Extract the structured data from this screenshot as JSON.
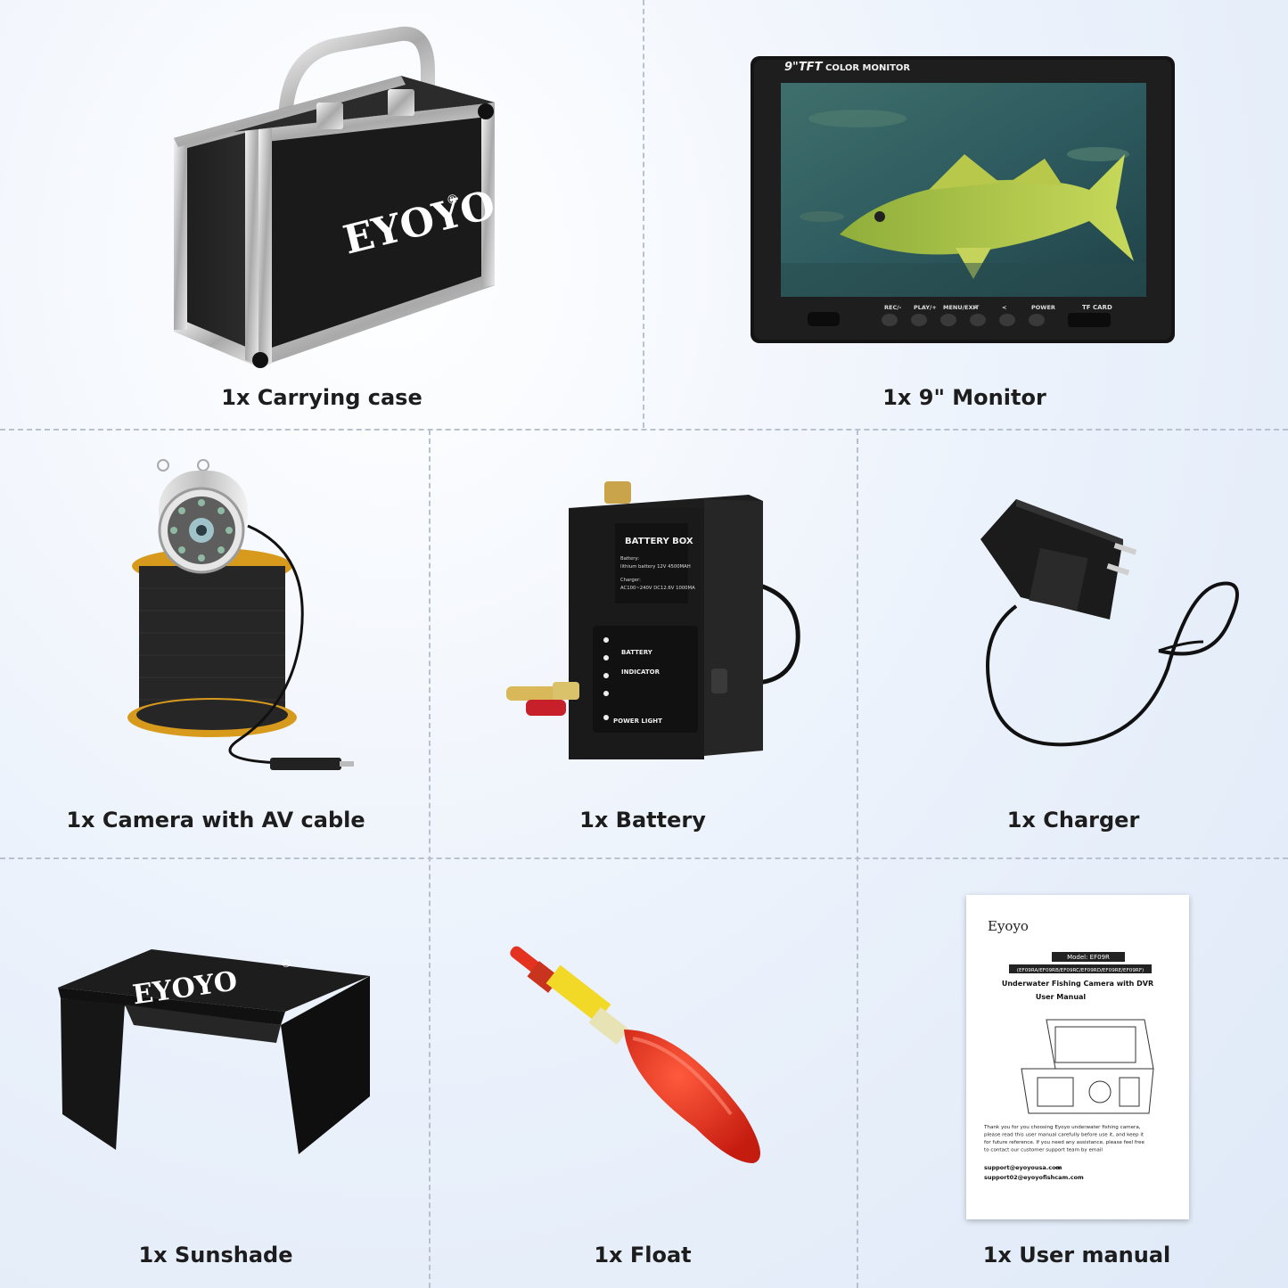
{
  "colors": {
    "background": "#eaf1fb",
    "divider": "#b8c2cf",
    "caption": "#1d1d1d"
  },
  "items": [
    {
      "caption": "1x Carrying case",
      "icon": "carrying-case",
      "brand": "EYOYO",
      "reg": "®"
    },
    {
      "caption": "1x 9\" Monitor",
      "icon": "monitor",
      "screen_label": "9\"TFT",
      "screen_sub": "COLOR MONITOR",
      "buttons": [
        "REC/-",
        "PLAY/+",
        "MENU/EXIT",
        ">",
        "<",
        "POWER"
      ],
      "tf_card": "TF CARD"
    },
    {
      "caption": "1x Camera with AV cable",
      "icon": "camera-reel"
    },
    {
      "caption": "1x Battery",
      "icon": "battery-box",
      "box_title": "BATTERY BOX",
      "spec_lines": [
        "Battery:",
        "lithium battery 12V 4500MAH",
        "Charger:",
        "AC100~240V DC12.6V 1000MA"
      ],
      "indicator_1": "BATTERY",
      "indicator_2": "INDICATOR",
      "power_light": "POWER LIGHT"
    },
    {
      "caption": "1x Charger",
      "icon": "charger"
    },
    {
      "caption": "1x Sunshade",
      "icon": "sunshade",
      "brand": "EYOYO",
      "reg": "®"
    },
    {
      "caption": "1x Float",
      "icon": "float"
    },
    {
      "caption": "1x User manual",
      "icon": "user-manual",
      "brand": "Eyoyo",
      "model": "Model: EF09R",
      "models": "(EF09RA/EF09RB/EF09RC/EF09RD/EF09RE/EF09RF)",
      "title_1": "Underwater Fishing Camera with DVR",
      "title_2": "User Manual",
      "body_lines": [
        "Thank you for you choosing Eyoyo underwater fishing camera,",
        "please read this user manual carefully before use it, and keep it",
        "for future reference. If you need any assistance, please feel free",
        "to contact our customer support team by email"
      ],
      "email_1": "support@eyoyousa.com",
      "email_1_suffix": " or",
      "email_2": "support02@eyoyofishcam.com"
    }
  ]
}
